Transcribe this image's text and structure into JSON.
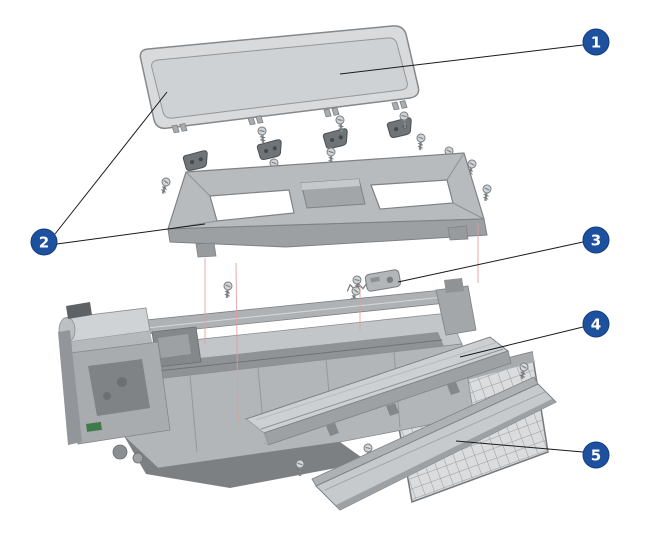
{
  "diagram": {
    "type": "exploded-view",
    "subject": "Printer top cover and window assembly",
    "colors": {
      "background": "#ffffff",
      "callout_fill": "#1d509e",
      "callout_stroke": "#123d7c",
      "callout_text": "#ffffff",
      "leader_line": "#1a1a1a",
      "alignment_line": "#e49b9b"
    },
    "callouts": [
      {
        "label": "1",
        "part": "window-panel"
      },
      {
        "label": "2",
        "part": "top-cover-frame"
      },
      {
        "label": "3",
        "part": "spring-bracket"
      },
      {
        "label": "4",
        "part": "center-platen-cover"
      },
      {
        "label": "5",
        "part": "front-trim-panel"
      }
    ],
    "parts": [
      "window-panel",
      "top-cover-frame",
      "hinge-clips",
      "fastener-screws",
      "spring-bracket",
      "printer-chassis",
      "mesh-basket",
      "center-platen-cover",
      "front-trim-panel"
    ]
  }
}
